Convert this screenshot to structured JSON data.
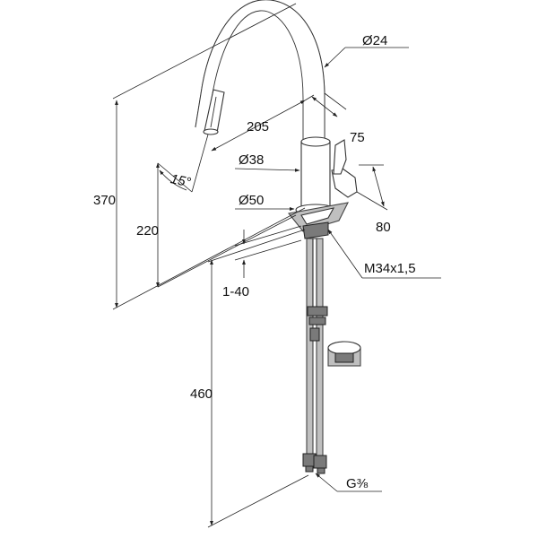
{
  "labels": {
    "d24": "Ø24",
    "l205": "205",
    "l75": "75",
    "d38": "Ø38",
    "a15": "15°",
    "l370": "370",
    "l220": "220",
    "d50": "Ø50",
    "l80": "80",
    "m34": "M34x1,5",
    "l140": "1-40",
    "l460": "460",
    "g38": "G⅜"
  },
  "colors": {
    "line": "#222222",
    "hose": "#bfbfbf"
  }
}
